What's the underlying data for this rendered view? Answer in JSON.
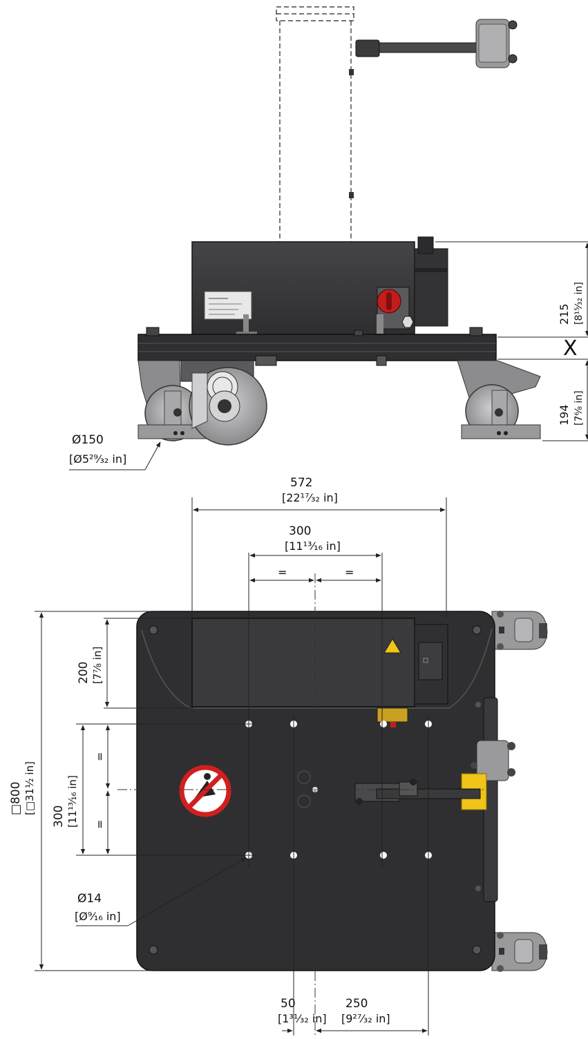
{
  "colors": {
    "body": "#3a3a3c",
    "body_dark": "#2b2b2d",
    "plate": "#2f2f31",
    "edge": "#151515",
    "wheel": "#9a9a9c",
    "wheel_light": "#c4c4c6",
    "caster_bracket": "#8c8c8e",
    "red_switch": "#c21d1d",
    "yellow_label": "#f0c419",
    "prohibition_red": "#d11f1f"
  },
  "side_view": {
    "dims": {
      "height_215": "215",
      "height_215_in": "[8¹⁵⁄₃₂ in]",
      "gap_symbol": "X",
      "height_194": "194",
      "height_194_in": "[7⁶⁄₈ in]",
      "wheel_dia": "Ø150",
      "wheel_dia_in": "[Ø5²⁹⁄₃₂ in]"
    }
  },
  "top_view": {
    "dims": {
      "width_572": "572",
      "width_572_in": "[22¹⁷⁄₃₂ in]",
      "spacing_300_top": "300",
      "spacing_300_top_in": "[11¹³⁄₁₆ in]",
      "equal_left": "=",
      "equal_right": "=",
      "depth_200": "200",
      "depth_200_in": "[7⁷⁄₈ in]",
      "spacing_300_side": "300",
      "spacing_300_side_in": "[11¹³⁄₁₆ in]",
      "equal_upper": "=",
      "equal_lower": "=",
      "square_800": "□800",
      "square_800_in": "[□31½ in]",
      "hole_dia": "Ø14",
      "hole_dia_in": "[Ø⁹⁄₁₆ in]",
      "offset_50": "50",
      "offset_50_in": "[1³¹⁄₃₂ in]",
      "offset_250": "250",
      "offset_250_in": "[9²⁷⁄₃₂ in]"
    }
  }
}
